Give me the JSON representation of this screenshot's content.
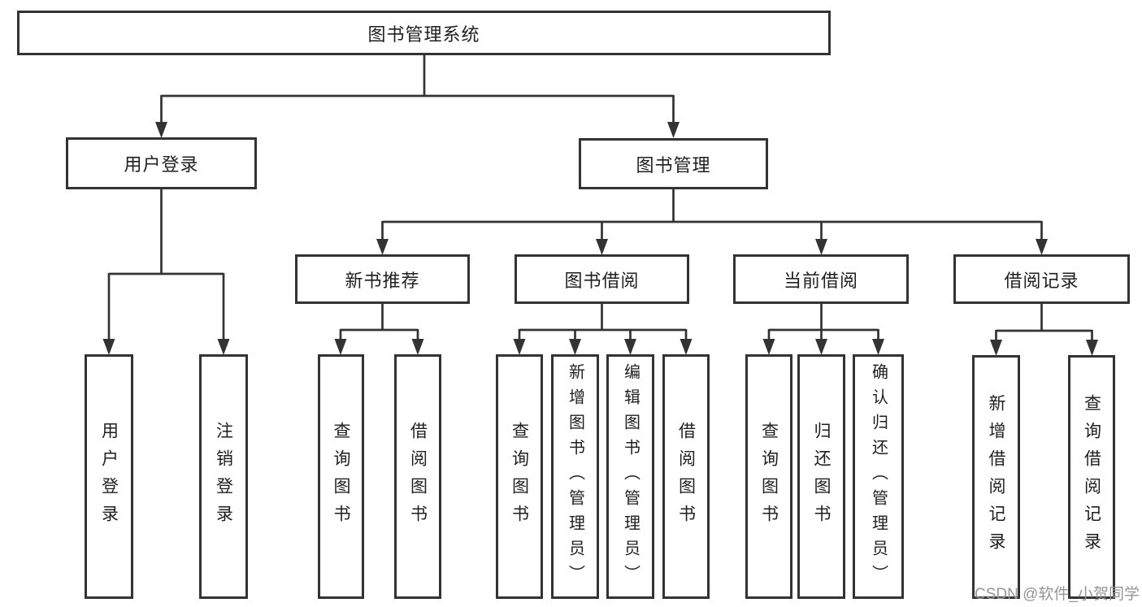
{
  "diagram_title": "图书管理系统",
  "nodes": {
    "root": "图书管理系统",
    "user_login": "用户登录",
    "book_mgmt": "图书管理",
    "new_books": "新书推荐",
    "book_borrow": "图书借阅",
    "current_borrow": "当前借阅",
    "borrow_records": "借阅记录",
    "leaf_user_login": "用户登录",
    "leaf_logout": "注销登录",
    "leaf_nb_query": "查询图书",
    "leaf_nb_borrow": "借阅图书",
    "leaf_bb_query": "查询图书",
    "leaf_bb_add": "新增图书（管理员）",
    "leaf_bb_edit": "编辑图书（管理员）",
    "leaf_bb_borrow": "借阅图书",
    "leaf_cb_query": "查询图书",
    "leaf_cb_return": "归还图书",
    "leaf_cb_confirm": "确认归还（管理员）",
    "leaf_br_add": "新增借阅记录",
    "leaf_br_query": "查询借阅记录"
  },
  "watermark": {
    "text": "CSDN @软件_小贺同学",
    "color": "#96969a"
  },
  "colors": {
    "line": "#333333",
    "border": "#333333",
    "text": "#1f1f1f",
    "background": "#ffffff"
  }
}
